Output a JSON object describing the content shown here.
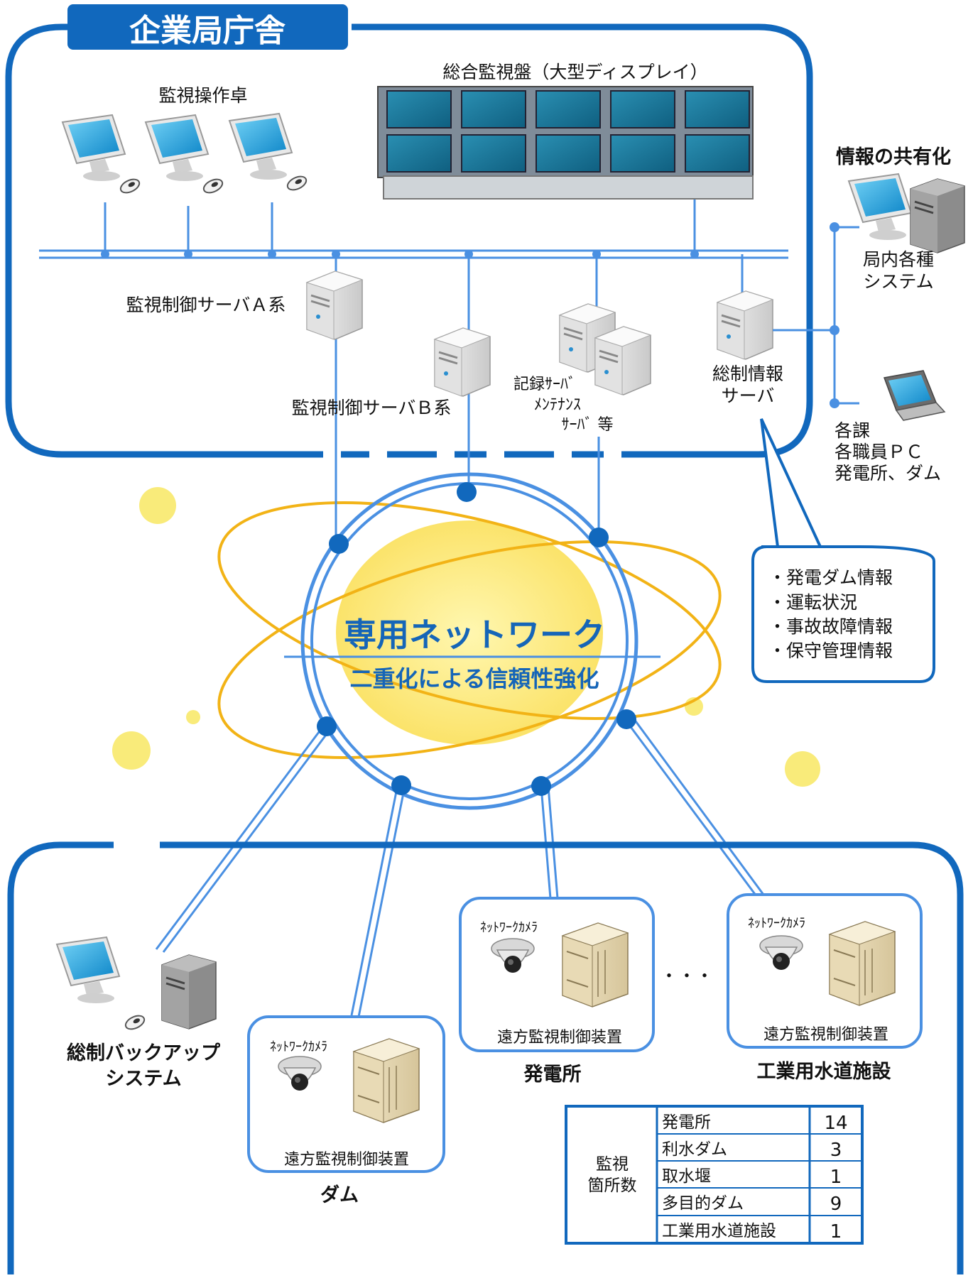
{
  "headquarters": {
    "title": "企業局庁舎",
    "console_label": "監視操作卓",
    "display_label": "総合監視盤（大型ディスプレイ）",
    "server_a": "監視制御サーバＡ系",
    "server_b": "監視制御サーバＢ系",
    "record_lines": [
      "記録ｻｰﾊﾞ",
      "ﾒﾝﾃﾅﾝｽ",
      "ｻｰﾊﾞ 等"
    ],
    "info_server_lines": [
      "総制情報",
      "サーバ"
    ]
  },
  "sharing": {
    "title": "情報の共有化",
    "internal_lines": [
      "局内各種",
      "システム"
    ],
    "staff_lines": [
      "各課",
      "各職員ＰＣ",
      "発電所、ダム"
    ]
  },
  "info_bubble": {
    "items": [
      "・発電ダム情報",
      "・運転状況",
      "・事故故障情報",
      "・保守管理情報"
    ]
  },
  "network": {
    "title": "専用ネットワーク",
    "subtitle": "二重化による信頼性強化"
  },
  "sites": {
    "backup_lines": [
      "総制バックアップ",
      "システム"
    ],
    "camera_label": "ﾈｯﾄﾜｰｸｶﾒﾗ",
    "device_label": "遠方監視制御装置",
    "dam_caption": "ダム",
    "power_caption": "発電所",
    "water_caption": "工業用水道施設",
    "ellipsis": "・・・"
  },
  "monitor_table": {
    "header_lines": [
      "監視",
      "箇所数"
    ],
    "rows": [
      {
        "name": "発電所",
        "count": "14"
      },
      {
        "name": "利水ダム",
        "count": "3"
      },
      {
        "name": "取水堰",
        "count": "1"
      },
      {
        "name": "多目的ダム",
        "count": "9"
      },
      {
        "name": "工業用水道施設",
        "count": "1"
      }
    ]
  },
  "colors": {
    "frame": "#1168bd",
    "line": "#4a90e2",
    "orbit": "#f2b316",
    "glow": "#fbeea0",
    "screen": "#1aa3e0"
  }
}
